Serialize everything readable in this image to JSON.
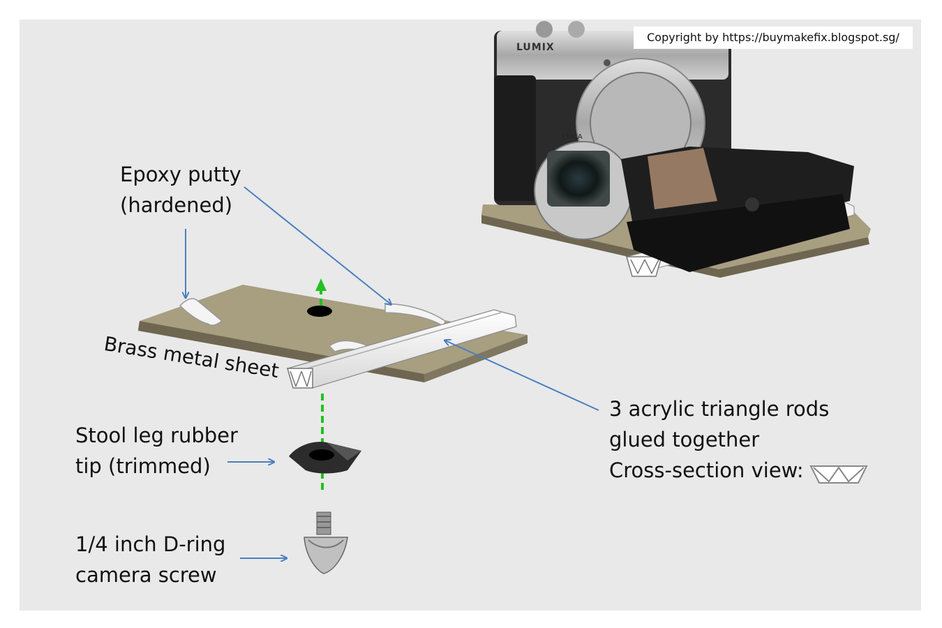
{
  "copyright": "Copyright by https://buymakefix.blogspot.sg/",
  "labels": {
    "epoxy_line1": "Epoxy putty",
    "epoxy_line2": "(hardened)",
    "brass": "Brass metal sheet",
    "rods_line1": "3 acrylic triangle rods",
    "rods_line2": "glued together",
    "rods_line3": "Cross-section view:",
    "rubber_line1": "Stool leg rubber",
    "rubber_line2": "tip (trimmed)",
    "screw_line1": "1/4 inch D-ring",
    "screw_line2": "camera screw"
  },
  "camera_text": {
    "brand": "LUMIX",
    "lens": "LEICA"
  },
  "colors": {
    "background": "#e9e9e9",
    "brass": "#a89e80",
    "brass_edge": "#6e6650",
    "arrow": "#4a7fc0",
    "guide": "#22c022",
    "acrylic": "#f2f2f2"
  }
}
